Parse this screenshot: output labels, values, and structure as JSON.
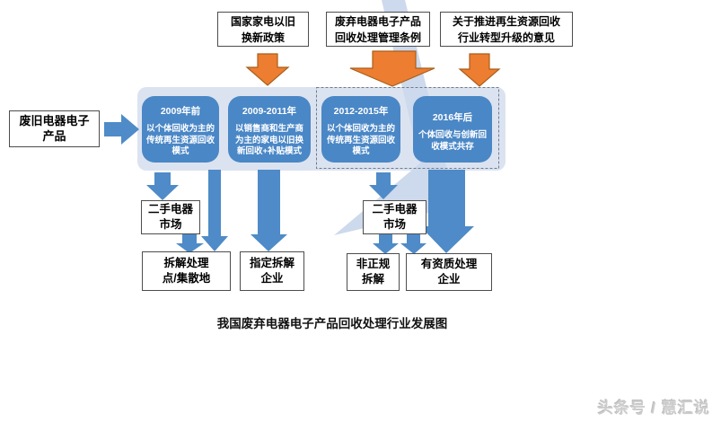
{
  "colors": {
    "stage_blue": "#4A87C6",
    "arrow_blue": "#4E8BC8",
    "policy_orange": "#ED7D31",
    "orange_border": "#A85F1A",
    "track_light_blue": "#DBE3F1",
    "band_light_blue": "#CDD9EC"
  },
  "policy_boxes": [
    {
      "label": "国家家电以旧\n换新政策"
    },
    {
      "label": "废弃电器电子产品\n回收处理管理条例"
    },
    {
      "label": "关于推进再生资源回收\n行业转型升级的意见"
    }
  ],
  "source_box": {
    "label": "废旧电器电子\n产品"
  },
  "stages": [
    {
      "period": "2009年前",
      "desc": "以个体回收为主的\n传统再生资源回收\n模式"
    },
    {
      "period": "2009-2011年",
      "desc": "以销售商和生产商\n为主的家电以旧换\n新回收+补贴模式"
    },
    {
      "period": "2012-2015年",
      "desc": "以个体回收为主的\n传统再生资源回收\n模式"
    },
    {
      "period": "2016年后",
      "desc": "个体回收与创新回\n收模式共存"
    }
  ],
  "outcomes": {
    "secondhand_market_left": "二手电器\n市场",
    "dismantling_point": "拆解处理\n点/集散地",
    "designated_dismantler": "指定拆解\n企业",
    "secondhand_market_right": "二手电器\n市场",
    "informal_dismantling": "非正规\n拆解",
    "qualified_processor": "有资质处理\n企业"
  },
  "caption": "我国废弃电器电子产品回收处理行业发展图",
  "watermark": "头条号 / 慧汇说"
}
